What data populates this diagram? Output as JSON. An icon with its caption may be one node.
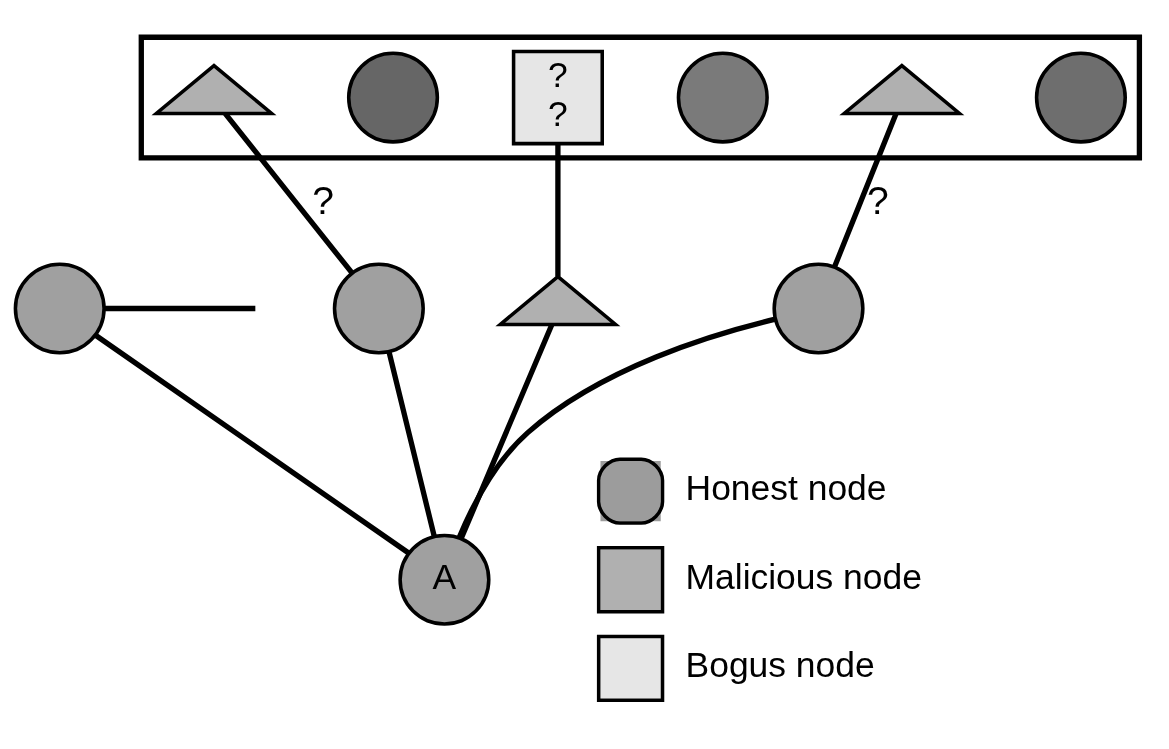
{
  "diagram": {
    "nodes": [
      {
        "text": [],
        "shape": "box"
      },
      {
        "text": [],
        "shape": "circle",
        "in": 0
      },
      {
        "text": [],
        "shape": "triangle",
        "in": 0
      },
      {
        "text": [],
        "shape": "circle",
        "in": 0
      },
      {
        "text": [
          "?",
          "?"
        ],
        "in": 0
      },
      {
        "text": [],
        "shape": "circle",
        "in": 0
      },
      {
        "text": [],
        "shape": "triangle",
        "in": 0
      },
      {
        "text": [],
        "shape": "circle"
      },
      {
        "text": [],
        "shape": "circle"
      },
      {
        "text": [],
        "shape": "triangle"
      },
      {
        "text": [],
        "shape": "circle"
      },
      {
        "text": [
          "A"
        ]
      }
    ],
    "edges": [
      {
        "from": 11,
        "to": 7,
        "arrow": "none"
      },
      {
        "from": 11,
        "to": 8,
        "arrow": "none"
      },
      {
        "from": 11,
        "to": 9,
        "arrow": "none"
      },
      {
        "from": 11,
        "to": 10,
        "arrow": "none"
      },
      {
        "from": 7,
        "to": null,
        "arrow": "none"
      },
      {
        "from": 8,
        "to": 2,
        "arrow": "none",
        "label": "?"
      },
      {
        "from": 9,
        "to": 4,
        "arrow": "none"
      },
      {
        "from": 10,
        "to": 6,
        "arrow": "none",
        "label": "?"
      }
    ],
    "legend": [
      {
        "text": "Honest node",
        "color": "#9c9c9c"
      },
      {
        "text": "Malicious node",
        "color": "#b0b0b0"
      },
      {
        "text": "Bogus node",
        "color": "#e6e6e6"
      }
    ]
  }
}
